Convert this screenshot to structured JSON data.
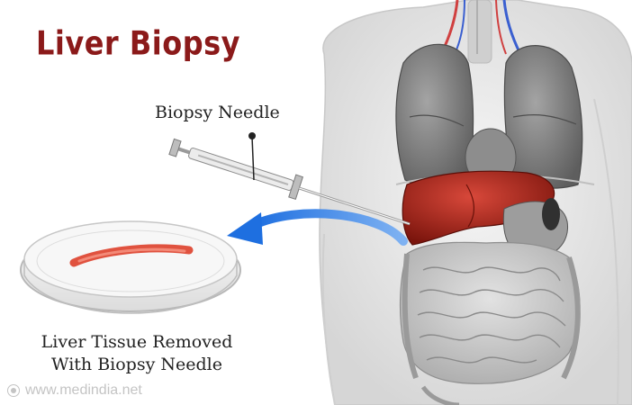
{
  "title": "Liver Biopsy",
  "labels": {
    "needle": "Biopsy Needle",
    "tissue_line1": "Liver Tissue Removed",
    "tissue_line2": "With Biopsy Needle"
  },
  "watermark": "www.medindia.net",
  "icons": [
    "human-torso-icon",
    "lungs-icon",
    "liver-icon",
    "stomach-icon",
    "intestines-icon",
    "syringe-icon",
    "petri-dish-icon",
    "tissue-sample-icon",
    "curved-arrow-icon"
  ],
  "colors": {
    "title": "#8b1a1a",
    "liver": "#a32117",
    "arrow": "#1e6fe0",
    "lungs": "#7d7d7d",
    "body": "#eeeeee"
  }
}
